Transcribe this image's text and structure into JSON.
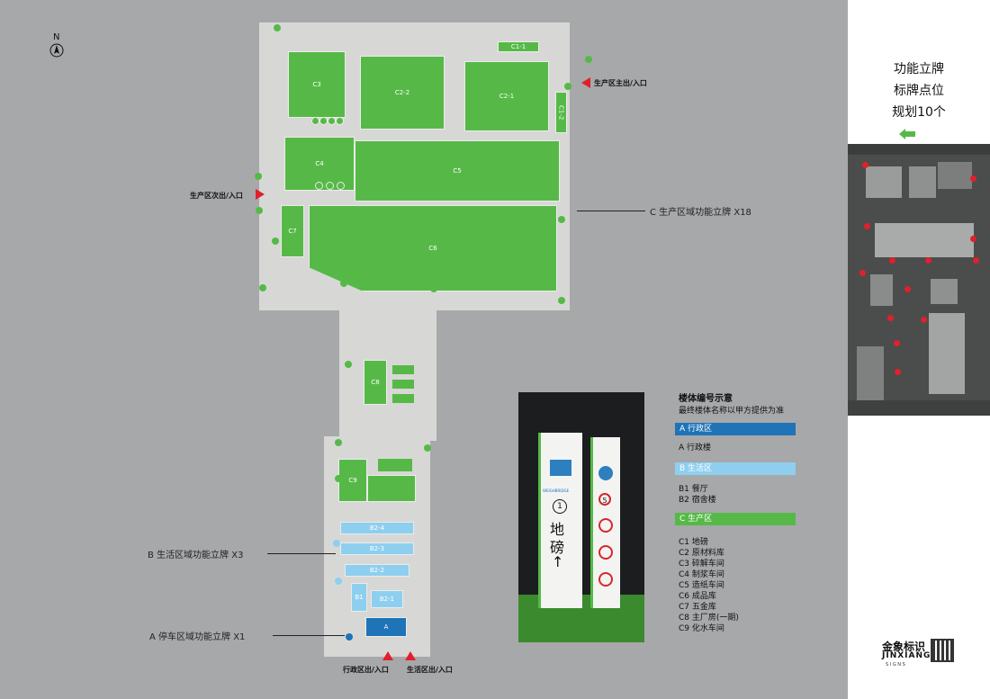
{
  "compass": {
    "label": "N"
  },
  "side_panel": {
    "title_lines": [
      "功能立牌",
      "标牌点位",
      "规划10个"
    ],
    "aerial_markers": 13
  },
  "buildings": {
    "c1_1": "C1-1",
    "c1_2": "C1-2",
    "c2_1": "C2-1",
    "c2_2": "C2-2",
    "c3": "C3",
    "c4": "C4",
    "c5": "C5",
    "c6": "C6",
    "c7": "C7",
    "c8": "C8",
    "c9": "C9",
    "b2_4": "B2-4",
    "b2_3": "B2-3",
    "b2_2": "B2-2",
    "b1": "B1",
    "b2_1": "B2-1",
    "a": "A"
  },
  "entrances": {
    "production_main": "生产区主出/入口",
    "production_secondary": "生产区次出/入口",
    "admin": "行政区出/入口",
    "living": "生活区出/入口"
  },
  "callouts": {
    "c": "C 生产区域功能立牌 X18",
    "b": "B 生活区域功能立牌 X3",
    "a": "A 停车区域功能立牌 X1"
  },
  "sign_photo": {
    "left_en": "WEIGHBRIDGE",
    "left_num": "1",
    "left_cn": [
      "地",
      "磅",
      "↑"
    ],
    "right_num": "5"
  },
  "legend": {
    "title": "楼体编号示意",
    "subtitle": "最终楼体名称以甲方提供为准",
    "sections": [
      {
        "header": "A 行政区",
        "color": "#1f73b7",
        "items": [
          "A 行政楼"
        ]
      },
      {
        "header": "B 生活区",
        "color": "#8ecff0",
        "items": [
          "B1 餐厅",
          "B2 宿舍楼"
        ]
      },
      {
        "header": "C 生产区",
        "color": "#56b947",
        "items": [
          "C1 地磅",
          "C2 原材料库",
          "C3 碎解车间",
          "C4 制浆车间",
          "C5 造纸车间",
          "C6 成品库",
          "C7 五金库",
          "C8 主厂房(一期)",
          "C9 化水车间"
        ]
      }
    ]
  },
  "brand": {
    "cn": "金象标识",
    "en": "JINXIANG",
    "sub": "S I G N S"
  }
}
